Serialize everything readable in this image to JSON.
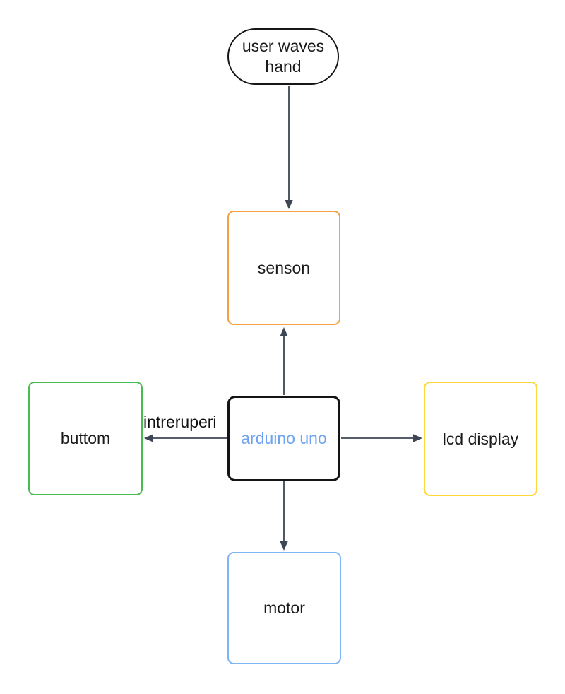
{
  "diagram": {
    "background_color": "#ffffff",
    "edge_color": "#3d4655",
    "nodes": [
      {
        "id": "user-waves-hand",
        "label": "user waves hand",
        "shape": "stadium",
        "border_color": "#161616",
        "text_color": "#1a1a1a",
        "fill_color": "#ffffff"
      },
      {
        "id": "senson",
        "label": "senson",
        "shape": "rect",
        "border_color": "#f6a042",
        "text_color": "#1a1a1a",
        "fill_color": "#ffffff"
      },
      {
        "id": "arduino-uno",
        "label": "arduino uno",
        "shape": "rect",
        "border_color": "#141414",
        "text_color": "#6ea3f2",
        "fill_color": "#ffffff"
      },
      {
        "id": "buttom",
        "label": "buttom",
        "shape": "rect",
        "border_color": "#49bc51",
        "text_color": "#1a1a1a",
        "fill_color": "#ffffff"
      },
      {
        "id": "lcd-display",
        "label": "lcd display",
        "shape": "rect",
        "border_color": "#ffd63c",
        "text_color": "#1a1a1a",
        "fill_color": "#ffffff"
      },
      {
        "id": "motor",
        "label": "motor",
        "shape": "rect",
        "border_color": "#7db5f6",
        "text_color": "#1a1a1a",
        "fill_color": "#ffffff"
      }
    ],
    "edges": [
      {
        "from": "user waves hand",
        "to": "senson",
        "direction": "down",
        "label": ""
      },
      {
        "from": "arduino uno",
        "to": "senson",
        "direction": "up",
        "label": ""
      },
      {
        "from": "arduino uno",
        "to": "buttom",
        "direction": "left",
        "label": "intreruperi"
      },
      {
        "from": "arduino uno",
        "to": "lcd display",
        "direction": "right",
        "label": ""
      },
      {
        "from": "arduino uno",
        "to": "motor",
        "direction": "down",
        "label": ""
      }
    ]
  }
}
